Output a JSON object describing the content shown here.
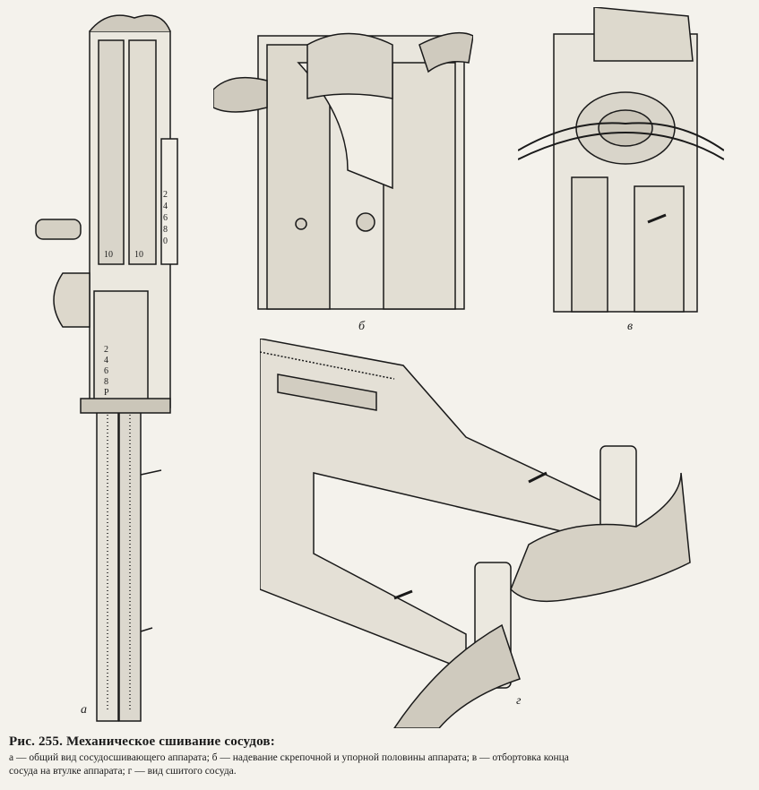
{
  "figure": {
    "panels": [
      {
        "letter": "а"
      },
      {
        "letter": "б"
      },
      {
        "letter": "в"
      },
      {
        "letter": "г"
      }
    ],
    "scale_numbers_a": [
      "2",
      "4",
      "6",
      "8",
      "0"
    ],
    "scale_numbers_b": [
      "2",
      "4",
      "6",
      "8",
      "P"
    ],
    "tick_labels": [
      "10",
      "10"
    ]
  },
  "caption": {
    "title": "Рис. 255. Механическое сшивание сосудов:",
    "line1": "а — общий вид сосудосшивающего аппарата; б — надевание скрепочной и упорной половины аппарата; в — отбортовка конца",
    "line2": "сосуда на втулке аппарата; г — вид сшитого сосуда."
  },
  "colors": {
    "paper": "#f4f2ec",
    "ink": "#1a1a1a"
  }
}
